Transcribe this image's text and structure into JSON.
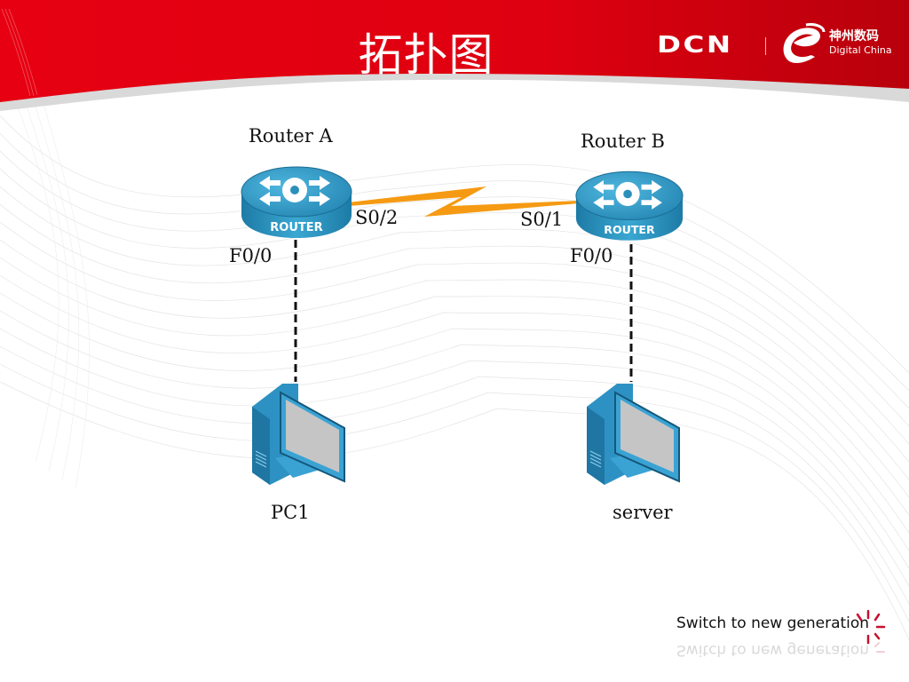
{
  "slide": {
    "title": "拓扑图",
    "brand": {
      "dcn": "DCN",
      "cn_name": "神州数码",
      "en_name": "Digital China"
    },
    "footer": {
      "slogan": "Switch to new generation"
    },
    "colors": {
      "header_red": "#e0000f",
      "router_blue": "#2e8db8",
      "pc_blue": "#3a9fcf",
      "serial_link": "#f59a12",
      "ethernet_link": "#111111"
    }
  },
  "topology": {
    "devices": [
      {
        "id": "router-a",
        "type": "router",
        "label": "Router A",
        "face_text": "ROUTER"
      },
      {
        "id": "router-b",
        "type": "router",
        "label": "Router B",
        "face_text": "ROUTER"
      },
      {
        "id": "pc1",
        "type": "pc",
        "label": "PC1"
      },
      {
        "id": "server",
        "type": "pc",
        "label": "server"
      }
    ],
    "links": [
      {
        "from": "router-a",
        "from_port": "S0/2",
        "to": "router-b",
        "to_port": "S0/1",
        "style": "serial"
      },
      {
        "from": "router-a",
        "from_port": "F0/0",
        "to": "pc1",
        "style": "dashed"
      },
      {
        "from": "router-b",
        "from_port": "F0/0",
        "to": "server",
        "style": "dashed"
      }
    ]
  }
}
